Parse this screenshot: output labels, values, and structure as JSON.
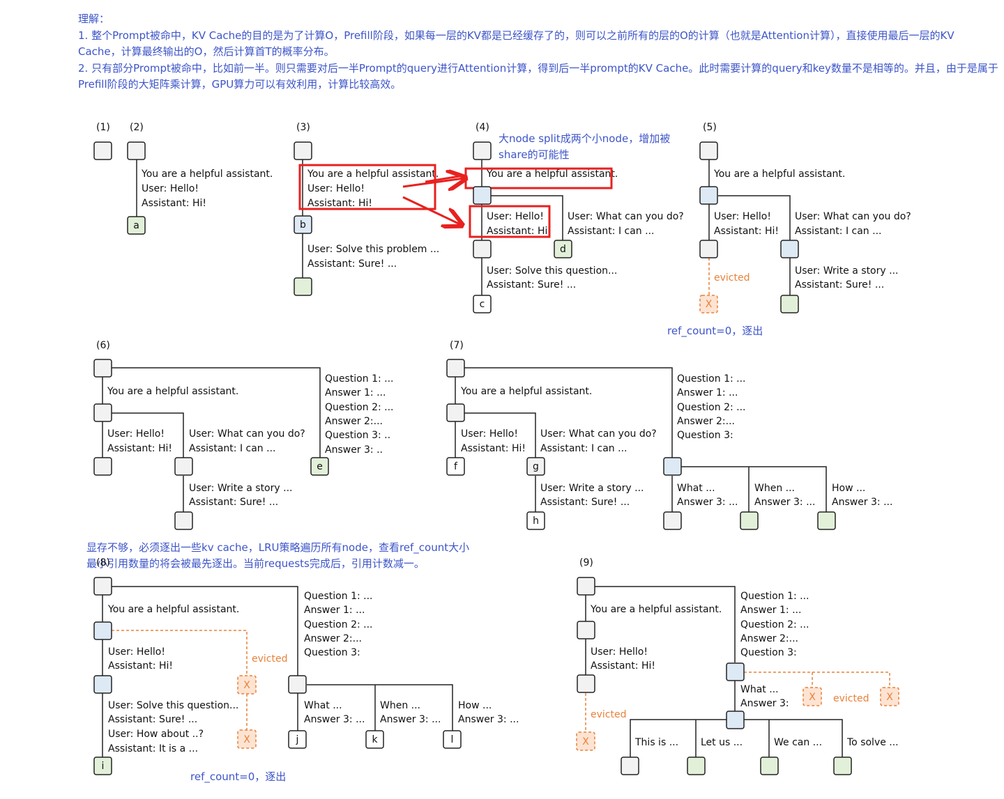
{
  "notes": {
    "title": "理解：",
    "point1": "1. 整个Prompt被命中，KV Cache的目的是为了计算O，Prefill阶段，如果每一层的KV都是已经缓存了的，则可以之前所有的层的O的计算（也就是Attention计算），直接使用最后一层的KV Cache，计算最终输出的O，然后计算首T的概率分布。",
    "point2": "2. 只有部分Prompt被命中，比如前一半。则只需要对后一半Prompt的query进行Attention计算，得到后一半prompt的KV Cache。此时需要计算的query和key数量不是相等的。并且，由于是属于Prefill阶段的大矩阵乘计算，GPU算力可以有效利用，计算比较高效。"
  },
  "panels": {
    "p1": "(1)",
    "p2": "(2)",
    "p3": "(3)",
    "p4": "(4)",
    "p5": "(5)",
    "p6": "(6)",
    "p7": "(7)",
    "p8": "(8)",
    "p9": "(9)"
  },
  "texts": {
    "system": "You are a helpful assistant.",
    "hello": "User: Hello!",
    "hi": "Assistant: Hi!",
    "solve_problem": "User: Solve this problem ...",
    "sure": "Assistant: Sure! ...",
    "what_can": "User: What can you do?",
    "i_can": "Assistant: I can ...",
    "solve_question": "User: Solve this question...",
    "write_story": "User: Write a story ...",
    "how_about": "User: How about ..?",
    "it_is": "Assistant: It is a ...",
    "q1": "Question 1: ...",
    "a1": "Answer 1: ...",
    "q2": "Question 2: ...",
    "a2": "Answer 2:...",
    "q3_dots": "Question 3: ..",
    "a3_dots": "Answer 3: ..",
    "q3": "Question 3:",
    "what": "What ...",
    "when": "When ...",
    "how": "How ...",
    "ans3": "Answer 3: ...",
    "ans3_colon": "Answer 3:",
    "this_is": "This is ...",
    "let_us": "Let us ...",
    "we_can": "We can ...",
    "to_solve": "To solve ..."
  },
  "nodes": {
    "a": "a",
    "b": "b",
    "c": "c",
    "d": "d",
    "e": "e",
    "f": "f",
    "g": "g",
    "h": "h",
    "i": "i",
    "j": "j",
    "k": "k",
    "l": "l",
    "x": "X"
  },
  "annotations": {
    "split": "大node split成两个小node，增加被",
    "split2": "share的可能性",
    "evicted": "evicted",
    "ref_count": "ref_count=0，逐出",
    "lru1": "显存不够，必须逐出一些kv cache，LRU策略遍历所有node，查看ref_count大小",
    "lru2": "最小引用数量的将会被最先逐出。当前requests完成后，引用计数减一。"
  },
  "colors": {
    "node_gray": "#f2f2f2",
    "node_blue": "#dde9f5",
    "node_green": "#e2f0d9",
    "evicted_fill": "#fde3d2",
    "orange": "#e8813a",
    "red": "#e8211f",
    "blue_text": "#3d55c8"
  }
}
